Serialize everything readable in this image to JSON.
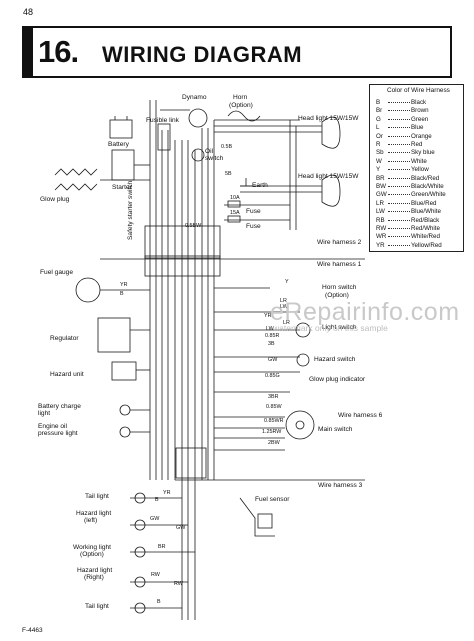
{
  "page_number": "48",
  "header": {
    "number": "16.",
    "title": "WIRING DIAGRAM"
  },
  "legend": {
    "title": "Color of Wire Harness",
    "rows": [
      {
        "code": "B",
        "color": "Black"
      },
      {
        "code": "Br",
        "color": "Brown"
      },
      {
        "code": "G",
        "color": "Green"
      },
      {
        "code": "L",
        "color": "Blue"
      },
      {
        "code": "Or",
        "color": "Orange"
      },
      {
        "code": "R",
        "color": "Red"
      },
      {
        "code": "Sb",
        "color": "Sky blue"
      },
      {
        "code": "W",
        "color": "White"
      },
      {
        "code": "Y",
        "color": "Yellow"
      },
      {
        "code": "BR",
        "color": "Black/Red"
      },
      {
        "code": "BW",
        "color": "Black/White"
      },
      {
        "code": "GW",
        "color": "Green/White"
      },
      {
        "code": "LR",
        "color": "Blue/Red"
      },
      {
        "code": "LW",
        "color": "Blue/White"
      },
      {
        "code": "RB",
        "color": "Red/Black"
      },
      {
        "code": "RW",
        "color": "Red/White"
      },
      {
        "code": "WR",
        "color": "White/Red"
      },
      {
        "code": "YR",
        "color": "Yellow/Red"
      }
    ]
  },
  "components": {
    "dynamo": "Dynamo",
    "horn": "Horn",
    "horn_option": "(Option)",
    "battery": "Battery",
    "fusible_link": "Fusible link",
    "oil_switch_1": "Oil",
    "oil_switch_2": "switch",
    "starter": "Starter",
    "glow_plug": "Glow plug",
    "safety_switch": "Safety starter switch",
    "earth": "Earth",
    "fuse_1": "Fuse",
    "fuse_2": "Fuse",
    "fuse_10a": "10A",
    "fuse_15a": "15A",
    "head_light_1": "Head light 15W/15W",
    "head_light_2": "Head light 15W/15W",
    "fuel_gauge": "Fuel gauge",
    "regulator": "Regulator",
    "hazard_unit": "Hazard unit",
    "battery_charge_1": "Battery charge",
    "battery_charge_2": "light",
    "engine_oil_1": "Engine oil",
    "engine_oil_2": "pressure light",
    "horn_switch": "Horn switch",
    "horn_switch_opt": "(Option)",
    "light_switch": "Light switch",
    "hazard_switch": "Hazard switch",
    "glow_indicator": "Glow plug indicator",
    "main_switch": "Main switch",
    "tail_light": "Tail light",
    "hazard_left_1": "Hazard light",
    "hazard_left_2": "(left)",
    "working_light_1": "Working light",
    "working_light_2": "(Option)",
    "hazard_right_1": "Hazard light",
    "hazard_right_2": "(Right)",
    "tail_light_2": "Tail light",
    "fuel_sensor": "Fuel sensor"
  },
  "harness": {
    "h1": "Wire harness 1",
    "h2": "Wire harness 2",
    "h3": "Wire harness 3",
    "h6": "Wire harness 6"
  },
  "wires": {
    "w_05B": "0.5B",
    "w_5B": "5B",
    "w_05BW": "0.5BW",
    "w_085R": "0.85R",
    "w_085W": "0.85W",
    "w_3B": "3B",
    "w_085G": "0.85G",
    "w_3BR": "3BR",
    "w_085WR": "0.85WR",
    "w_125RW": "1.25RW",
    "w_2BW": "2BW",
    "w_GW": "GW",
    "w_LR": "LR",
    "w_LW": "LW",
    "w_YR_1": "YR",
    "w_YR_2": "YR",
    "w_Y": "Y",
    "w_B_1": "B",
    "w_B_2": "B",
    "w_GW_2": "GW",
    "w_BR": "BR",
    "w_RW": "RW",
    "w_B_3": "B",
    "w_YR_3": "YR",
    "w_LR_2": "LR",
    "w_LW_2": "LW",
    "w_GW_3": "GW",
    "w_RW_2": "RW"
  },
  "watermark": {
    "text": "eRepairinfo.com",
    "sub": "watermark only on this sample"
  },
  "footer": "F-4463"
}
